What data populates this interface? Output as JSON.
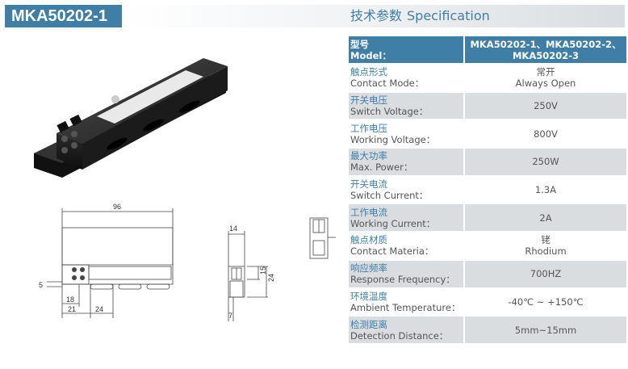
{
  "header": {
    "model_title": "MKA50202-1",
    "spec_title_cn": "技术参数",
    "spec_title_en": "Specification"
  },
  "drawings": {
    "front": {
      "width": "96",
      "d5": "5",
      "d18": "18",
      "d21": "21",
      "d24": "24"
    },
    "side": {
      "d14": "14",
      "d15": "15",
      "d24": "24",
      "d7": "7"
    }
  },
  "spec_table": {
    "head": {
      "label_cn": "型号",
      "label_en": "Model：",
      "value_line1": "MKA50202-1、MKA50202-2、",
      "value_line2": "MKA50202-3"
    },
    "rows": [
      {
        "label_cn": "触点形式",
        "label_en": "Contact Mode：",
        "value_line1": "常开",
        "value_line2": "Always Open"
      },
      {
        "label_cn": "开关电压",
        "label_en": "Switch Voltage：",
        "value_line1": "250V",
        "value_line2": ""
      },
      {
        "label_cn": "工作电压",
        "label_en": "Working Voltage：",
        "value_line1": "800V",
        "value_line2": ""
      },
      {
        "label_cn": "最大功率",
        "label_en": "Max. Power：",
        "value_line1": "250W",
        "value_line2": ""
      },
      {
        "label_cn": "开关电流",
        "label_en": "Switch Current：",
        "value_line1": "1.3A",
        "value_line2": ""
      },
      {
        "label_cn": "工作电流",
        "label_en": "Working Current：",
        "value_line1": "2A",
        "value_line2": ""
      },
      {
        "label_cn": "触点材质",
        "label_en": "Contact Materia：",
        "value_line1": "铑",
        "value_line2": "Rhodium"
      },
      {
        "label_cn": "响应频率",
        "label_en": "Response Frequency：",
        "value_line1": "700HZ",
        "value_line2": ""
      },
      {
        "label_cn": "环境温度",
        "label_en": "Ambient Temperature：",
        "value_line1": "-40℃ ~ +150℃",
        "value_line2": ""
      },
      {
        "label_cn": "检测距离",
        "label_en": "Detection Distance：",
        "value_line1": "5mm~15mm",
        "value_line2": ""
      }
    ]
  },
  "colors": {
    "accent": "#3f7fa6",
    "row_shade": "#dadde0"
  }
}
